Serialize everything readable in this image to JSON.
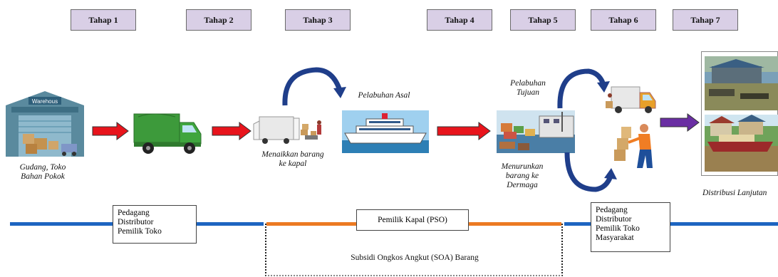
{
  "stages": [
    "Tahap 1",
    "Tahap 2",
    "Tahap 3",
    "Tahap 4",
    "Tahap 5",
    "Tahap 6",
    "Tahap 7"
  ],
  "captions": {
    "warehouse": [
      "Gudang, Toko",
      "Bahan Pokok"
    ],
    "loading": [
      "Menaikkan barang",
      "ke kapal"
    ],
    "origin_port": "Pelabuhan Asal",
    "dest_port": [
      "Pelabuhan",
      "Tujuan"
    ],
    "unloading": [
      "Menurunkan",
      "barang ke",
      "Dermaga"
    ],
    "further": "Distribusi Lanjutan",
    "warehouse_sign": "Warehous"
  },
  "boxes": {
    "left": [
      "Pedagang",
      "Distributor",
      "Pemilik Toko"
    ],
    "middle": "Pemilik Kapal (PSO)",
    "right": [
      "Pedagang",
      "Distributor",
      "Pemilik Toko",
      "Masyarakat"
    ],
    "subsidy": "Subsidi Ongkos Angkut (SOA) Barang"
  },
  "colors": {
    "stage_fill": "#d9cfe6",
    "arrow_red": "#e8141c",
    "arrow_purple": "#6a2ea3",
    "curve_blue": "#1f3e8a",
    "line_blue": "#1d65c1",
    "line_orange": "#ec7a22"
  }
}
